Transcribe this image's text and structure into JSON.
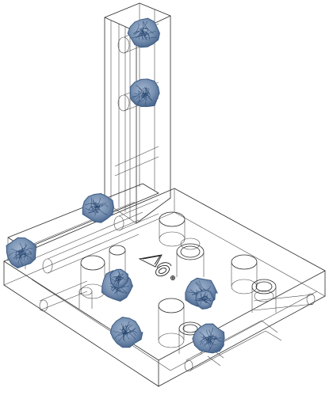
{
  "image": {
    "kind": "isometric wireframe CAD model",
    "engraving_text": "V6",
    "colors": {
      "background": "#ffffff",
      "lines": "#2a2a2a",
      "knitted_blob": "#7f97b6",
      "knitted_blob_dark": "#2c4a72"
    },
    "blob_count": 10
  }
}
